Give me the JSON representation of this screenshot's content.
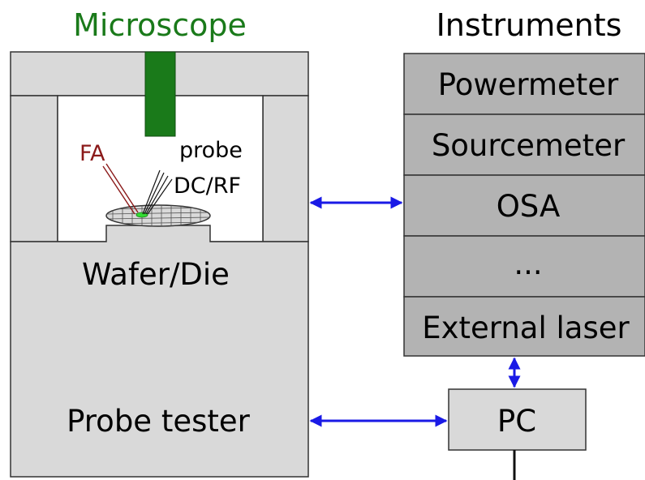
{
  "microscope": {
    "title": "Microscope"
  },
  "instruments": {
    "title": "Instruments",
    "items": [
      {
        "label": "Powermeter"
      },
      {
        "label": "Sourcemeter"
      },
      {
        "label": "OSA"
      },
      {
        "label": "..."
      },
      {
        "label": "External laser"
      }
    ]
  },
  "probe_station": {
    "fa_label": "FA",
    "probe_label": "probe",
    "probe_type_label": "DC/RF",
    "wafer_label": "Wafer/Die",
    "tester_label": "Probe tester"
  },
  "pc": {
    "label": "PC"
  },
  "colors": {
    "box_fill": "#d9d9d9",
    "instrument_fill": "#b3b3b3",
    "objective": "#1a7a1a",
    "title_green": "#1a7a1a",
    "fa_red": "#8b1a1a",
    "arrow_blue": "#1a1ae6",
    "probe_spot": "#33dd33",
    "stroke": "#333333"
  }
}
